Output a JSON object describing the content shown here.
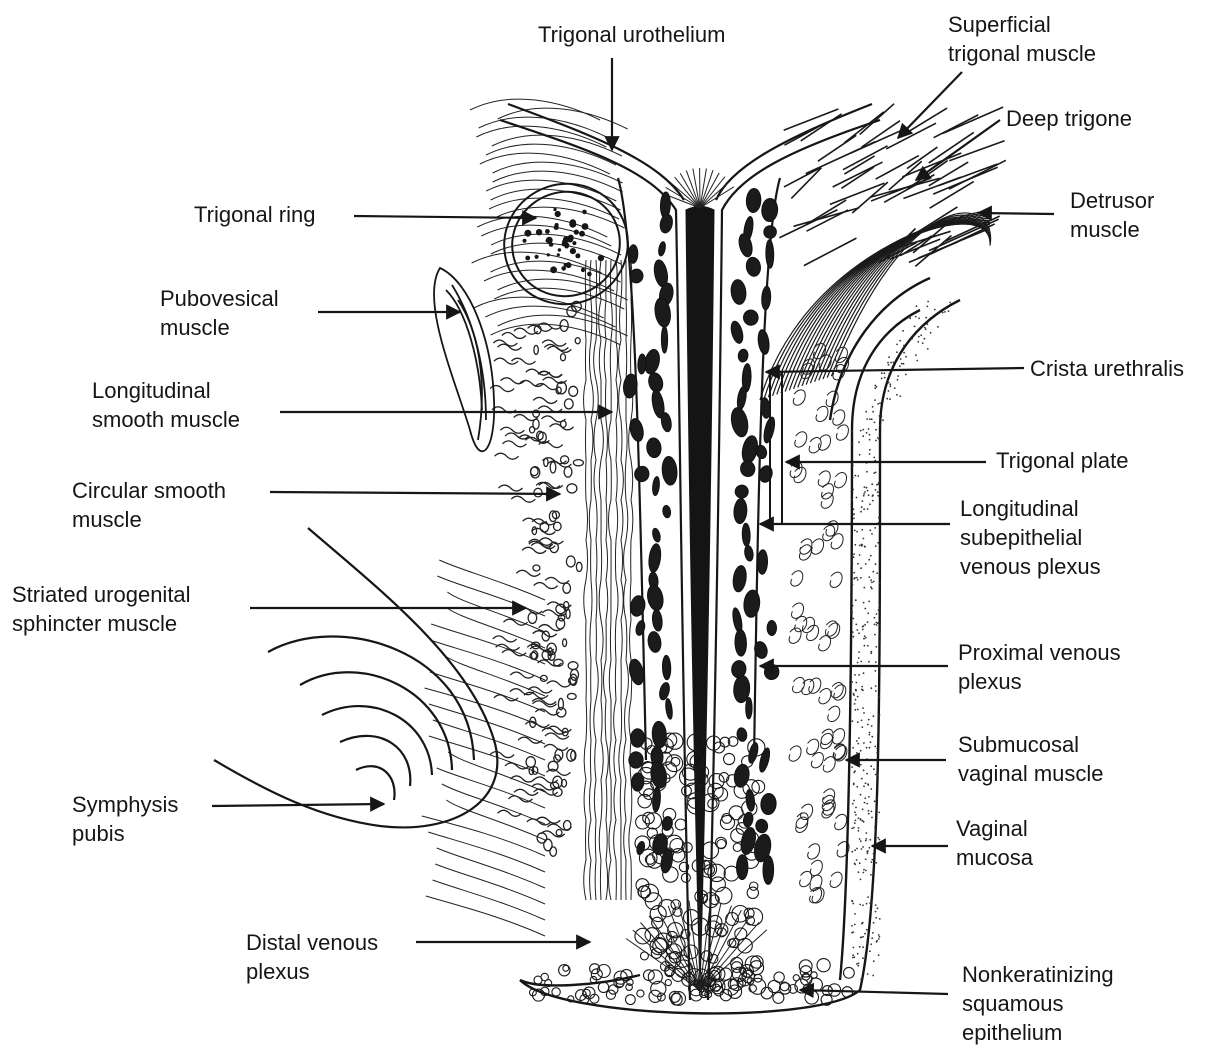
{
  "diagram": {
    "labels": {
      "trigonal_urothelium": [
        "Trigonal urothelium"
      ],
      "superficial_trigonal_muscle": [
        "Superficial",
        "trigonal muscle"
      ],
      "deep_trigone": [
        "Deep trigone"
      ],
      "detrusor_muscle": [
        "Detrusor",
        "muscle"
      ],
      "trigonal_ring": [
        "Trigonal ring"
      ],
      "pubovesical_muscle": [
        "Pubovesical",
        "muscle"
      ],
      "crista_urethralis": [
        "Crista urethralis"
      ],
      "longitudinal_smooth_muscle": [
        "Longitudinal",
        "smooth muscle"
      ],
      "trigonal_plate": [
        "Trigonal plate"
      ],
      "circular_smooth_muscle": [
        "Circular smooth",
        "muscle"
      ],
      "longitudinal_subepithelial_venous_plexus": [
        "Longitudinal",
        "subepithelial",
        "venous plexus"
      ],
      "striated_urogenital_sphincter_muscle": [
        "Striated urogenital",
        "sphincter muscle"
      ],
      "proximal_venous_plexus": [
        "Proximal venous",
        "plexus"
      ],
      "submucosal_vaginal_muscle": [
        "Submucosal",
        "vaginal muscle"
      ],
      "symphysis_pubis": [
        "Symphysis",
        "pubis"
      ],
      "vaginal_mucosa": [
        "Vaginal",
        "mucosa"
      ],
      "distal_venous_plexus": [
        "Distal venous",
        "plexus"
      ],
      "nonkeratinizing_squamous_epithelium": [
        "Nonkeratinizing",
        "squamous",
        "epithelium"
      ]
    },
    "colors": {
      "ink": "#161616",
      "background": "#ffffff"
    }
  }
}
